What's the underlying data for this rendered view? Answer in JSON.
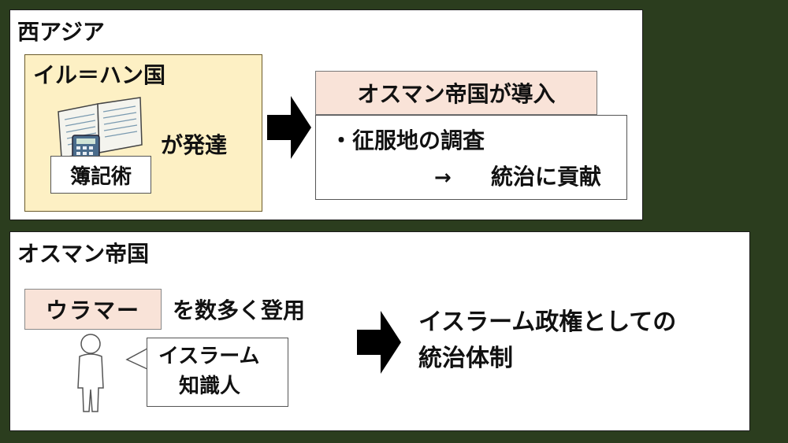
{
  "west_asia": {
    "title": "西アジア",
    "ilkhanate": {
      "name": "イル＝ハン国",
      "bookkeeping": "簿記術",
      "developed": "が発達"
    },
    "ottoman_adopt": "オスマン帝国が導入",
    "result_line1": "・征服地の調査",
    "result_arrow": "→",
    "result_line2": "統治に貢献"
  },
  "ottoman": {
    "title": "オスマン帝国",
    "ulama": "ウラマー",
    "appoint": "を数多く登用",
    "bubble_line1": "イスラーム",
    "bubble_line2": "知識人",
    "result_line1": "イスラーム政権としての",
    "result_line2": "統治体制"
  },
  "colors": {
    "background": "#2b3d1e",
    "cream": "#fdf0c4",
    "pink": "#f9e3d8",
    "arrow": "#000000"
  },
  "icons": [
    "ledger-book-icon",
    "calculator-icon",
    "standing-person-icon",
    "arrow-right-icon"
  ]
}
